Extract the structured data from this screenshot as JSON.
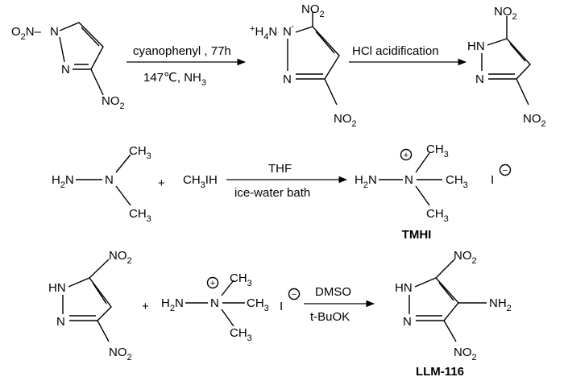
{
  "reaction1": {
    "reactant": {
      "n1_sub": "O",
      "n1_sub_2": "2",
      "n1_sub_tail": "N–",
      "ring_n1": "N",
      "ring_n2": "N",
      "c3_group": "NO",
      "c3_group_sub": "2"
    },
    "arrow": {
      "above": "cyanophenyl , 77h",
      "below": "147℃, NH",
      "below_sub": "3"
    },
    "intermediate": {
      "cation_plus": "+",
      "cation": "H",
      "cation_sub": "4",
      "cation_tail": "N",
      "n_minus": "-",
      "ring_n1": "N",
      "ring_n2": "N",
      "c5_group": "NO",
      "c5_group_sub": "2",
      "c3_group": "NO",
      "c3_group_sub": "2"
    },
    "arrow2": {
      "above": "HCl acidification"
    },
    "product": {
      "nh": "HN",
      "ring_n2": "N",
      "c5_group": "NO",
      "c5_group_sub": "2",
      "c3_group": "NO",
      "c3_group_sub": "2"
    }
  },
  "reaction2": {
    "reactant1": {
      "h2n": "H",
      "h2n_sub": "2",
      "h2n_tail": "N",
      "n_center": "N",
      "methyl_top": "CH",
      "methyl_top_sub": "3",
      "methyl_bottom": "CH",
      "methyl_bottom_sub": "3"
    },
    "plus": "+",
    "reactant2": {
      "prefix": "CH",
      "prefix_sub": "3",
      "suffix": "IH"
    },
    "arrow": {
      "above": "THF",
      "below": "ice-water bath"
    },
    "product": {
      "h2n": "H",
      "h2n_sub": "2",
      "h2n_tail": "N",
      "n_center": "N",
      "charge": "+",
      "methyl_top": "CH",
      "methyl_top_sub": "3",
      "methyl_right": "CH",
      "methyl_right_sub": "3",
      "methyl_bottom": "CH",
      "methyl_bottom_sub": "3",
      "iodide": "I",
      "iodide_charge": "−",
      "name": "TMHI"
    }
  },
  "reaction3": {
    "reactant1": {
      "nh": "HN",
      "ring_n2": "N",
      "c5_group": "NO",
      "c5_group_sub": "2",
      "c3_group": "NO",
      "c3_group_sub": "2"
    },
    "plus": "+",
    "reactant2": {
      "h2n": "H",
      "h2n_sub": "2",
      "h2n_tail": "N",
      "n_center": "N",
      "charge": "+",
      "methyl_top": "CH",
      "methyl_top_sub": "3",
      "methyl_right": "CH",
      "methyl_right_sub": "3",
      "methyl_bottom": "CH",
      "methyl_bottom_sub": "3",
      "iodide": "I",
      "iodide_charge": "−"
    },
    "arrow": {
      "above": "DMSO",
      "below": "t-BuOK"
    },
    "product": {
      "nh": "HN",
      "ring_n2": "N",
      "c5_group": "NO",
      "c5_group_sub": "2",
      "c4_group": "NH",
      "c4_group_sub": "2",
      "c3_group": "NO",
      "c3_group_sub": "2",
      "name": "LLM-116"
    }
  }
}
